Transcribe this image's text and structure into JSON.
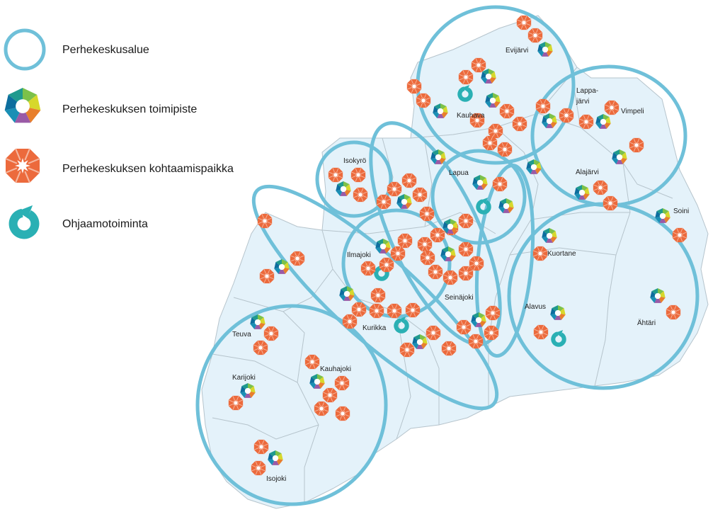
{
  "legend": {
    "items": [
      {
        "label": "Perhekeskusalue",
        "icon": "area-circle-icon"
      },
      {
        "label": "Perhekeskuksen  toimipiste",
        "icon": "office-heptagon-icon"
      },
      {
        "label": "Perhekeskuksen  kohtaamispaikka",
        "icon": "meeting-place-icon"
      },
      {
        "label": "Ohjaamotoiminta",
        "icon": "ohjaamo-icon"
      }
    ]
  },
  "colors": {
    "region_fill": "#e4f2fa",
    "border": "#b6c4cc",
    "circle": "#6fc0d9",
    "meeting": "#ec6a3c",
    "ohjaamo": "#2ab0b4",
    "office_segments": [
      "#7cc14a",
      "#d7d82b",
      "#e87f2c",
      "#9a5aa6",
      "#1a8fb5",
      "#0d6e9e",
      "#1f9a8e"
    ]
  },
  "towns": [
    {
      "name": "Evijärvi"
    },
    {
      "name": "Kauhava"
    },
    {
      "name": "Lappa-"
    },
    {
      "name": "järvi"
    },
    {
      "name": "Vimpeli"
    },
    {
      "name": "Isokyrö"
    },
    {
      "name": "Lapua"
    },
    {
      "name": "Alajärvi"
    },
    {
      "name": "Soini"
    },
    {
      "name": "Ilmajoki"
    },
    {
      "name": "Kuortane"
    },
    {
      "name": "Seinäjoki"
    },
    {
      "name": "Alavus"
    },
    {
      "name": "Ähtäri"
    },
    {
      "name": "Kurikka"
    },
    {
      "name": "Teuva"
    },
    {
      "name": "Kauhajoki"
    },
    {
      "name": "Karijoki"
    },
    {
      "name": "Isojoki"
    }
  ]
}
